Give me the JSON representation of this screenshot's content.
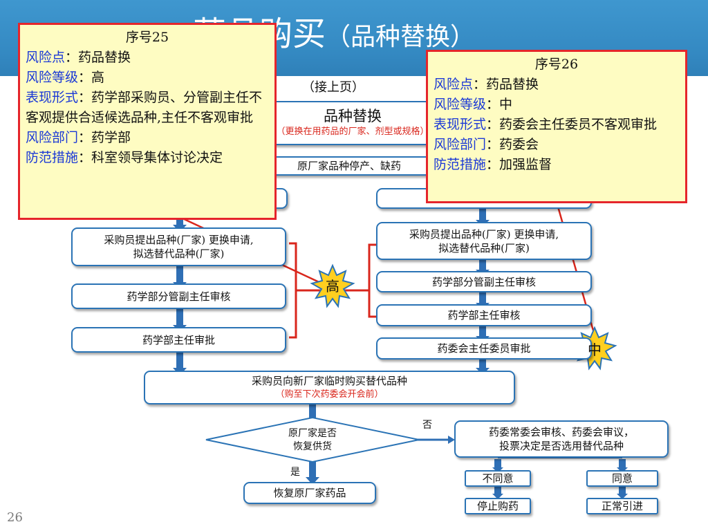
{
  "slide": {
    "title_main": "药品购买",
    "title_dash": "–",
    "title_sub": "（品种替换）",
    "continued": "（接上页）",
    "page_number": "26"
  },
  "flow": {
    "top_title": "品种替换",
    "top_note": "（更换在用药品的厂家、剂型或规格）",
    "reason": "原厂家品种停产、缺药",
    "left": {
      "apply_line1": "采购员提出品种(厂家) 更换申请,",
      "apply_line2": "拟选替代品种(厂家)",
      "deputy_review": "药学部分管副主任审核",
      "director_approve": "药学部主任审批"
    },
    "right": {
      "apply_line1": "采购员提出品种(厂家) 更换申请,",
      "apply_line2": "拟选替代品种(厂家)",
      "deputy_review": "药学部分管副主任审核",
      "director_review": "药学部主任审核",
      "committee_approve": "药委会主任委员审批"
    },
    "temp_buy": "采购员向新厂家临时购买替代品种",
    "temp_buy_note": "（购至下次药委会开会前）",
    "decision_line1": "原厂家是否",
    "decision_line2": "恢复供货",
    "no_label": "否",
    "yes_label": "是",
    "restore": "恢复原厂家药品",
    "committee_vote_line1": "药委常委会审核、药委会审议，",
    "committee_vote_line2": "投票决定是否选用替代品种",
    "disagree": "不同意",
    "agree": "同意",
    "stop": "停止购药",
    "proceed": "正常引进"
  },
  "risk_badges": {
    "high": "高",
    "mid": "中"
  },
  "note25": {
    "seq": "序号25",
    "point_key": "风险点",
    "point_val": "：药品替换",
    "level_key": "风险等级",
    "level_val": "：高",
    "form_key": "表现形式",
    "form_val": "：药学部采购员、分管副主任不客观提供合适候选品种,主任不客观审批",
    "dept_key": "风险部门",
    "dept_val": "：药学部",
    "measure_key": "防范措施",
    "measure_val": "：科室领导集体讨论决定"
  },
  "note26": {
    "seq": "序号26",
    "point_key": "风险点",
    "point_val": "：药品替换",
    "level_key": "风险等级",
    "level_val": "：中",
    "form_key": "表现形式",
    "form_val": "：药委会主任委员不客观审批",
    "dept_key": "风险部门",
    "dept_val": "：药委会",
    "measure_key": "防范措施",
    "measure_val": "：加强监督"
  },
  "colors": {
    "header_blue": "#3489c2",
    "box_border": "#2a73b5",
    "arrow_blue": "#2f6fb5",
    "note_fill": "#fefcc2",
    "note_border": "#e5252b",
    "key_blue": "#1a38d6",
    "badge_yellow": "#ffcf1f",
    "red_text": "#d9261c"
  }
}
